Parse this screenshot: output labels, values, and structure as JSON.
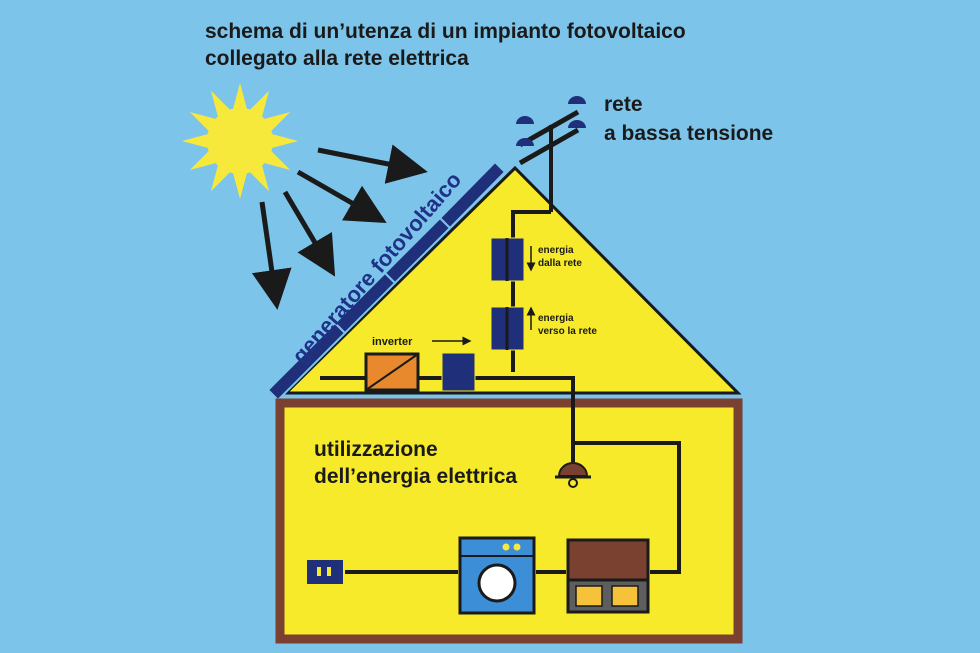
{
  "title": {
    "line1": "schema di un’utenza di un impianto fotovoltaico",
    "line2": "collegato alla rete elettrica"
  },
  "grid_label": {
    "line1": "rete",
    "line2": "a bassa tensione"
  },
  "generator_label": "generatore fotovoltaico",
  "meter_in": {
    "line1": "energia",
    "line2": "dalla rete"
  },
  "meter_out": {
    "line1": "energia",
    "line2": "verso la  rete"
  },
  "inverter_label": "inverter",
  "usage_label": {
    "line1": "utilizzazione",
    "line2": "dell’energia elettrica"
  },
  "colors": {
    "sky": "#7cc4ea",
    "house_yellow": "#f6ea2a",
    "wall_brown": "#7a4030",
    "panel_navy": "#1f2f7a",
    "sun_yellow": "#f7e93c",
    "inverter_orange": "#e8892d",
    "wire": "#1a1a1a"
  }
}
